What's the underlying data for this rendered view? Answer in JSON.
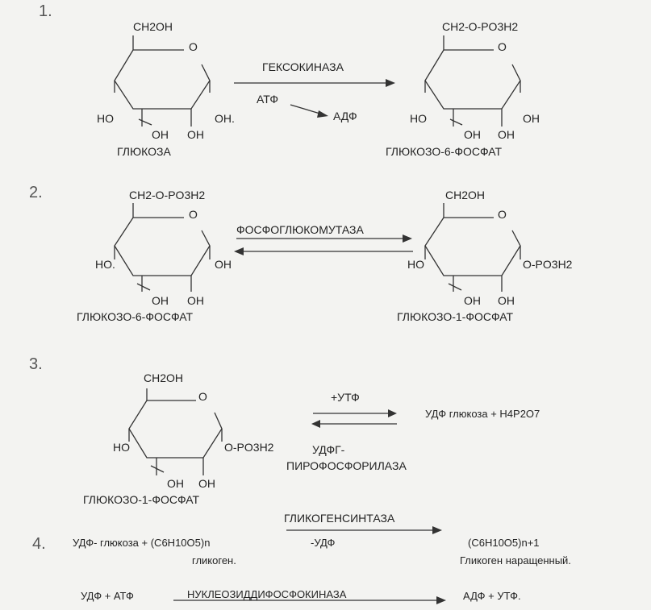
{
  "steps": {
    "s1": {
      "number": "1.",
      "left_mol": {
        "top": "CH2OH",
        "o": "O",
        "left": "HO",
        "right": "OH.",
        "bot1": "OH",
        "bot2": "OH",
        "name": "ГЛЮКОЗА"
      },
      "enzyme": "ГЕКСОКИНАЗА",
      "cof_in": "АТФ",
      "cof_out": "АДФ",
      "right_mol": {
        "top": "CH2-O-PO3H2",
        "o": "O",
        "left": "HO",
        "right": "OH",
        "bot1": "OH",
        "bot2": "OH",
        "name": "ГЛЮКОЗО-6-ФОСФАТ"
      }
    },
    "s2": {
      "number": "2.",
      "left_mol": {
        "top": "CH2-O-PO3H2",
        "o": "O",
        "left": "HO.",
        "right": "OH",
        "bot1": "OH",
        "bot2": "OH",
        "name": "ГЛЮКОЗО-6-ФОСФАТ"
      },
      "enzyme": "ФОСФОГЛЮКОМУТАЗА",
      "right_mol": {
        "top": "CH2OH",
        "o": "O",
        "left": "HO",
        "right": "O-PO3H2",
        "bot1": "OH",
        "bot2": "OH",
        "name": "ГЛЮКОЗО-1-ФОСФАТ"
      }
    },
    "s3": {
      "number": "3.",
      "mol": {
        "top": "CH2OH",
        "o": "O",
        "left": "HO",
        "right": "O-PO3H2",
        "bot1": "OH",
        "bot2": "OH",
        "name": "ГЛЮКОЗО-1-ФОСФАТ"
      },
      "reagent": "+УТФ",
      "enzyme_line1": "УДФГ-",
      "enzyme_line2": "ПИРОФОСФОРИЛАЗА",
      "products": "УДФ  глюкоза  +  H4P2O7"
    },
    "s4": {
      "number": "4.",
      "reactants": "УДФ- глюкоза   + (C6H10O5)n",
      "reactant_note": "гликоген.",
      "enzyme": "ГЛИКОГЕНСИНТАЗА",
      "byproduct": "-УДФ",
      "product": "(C6H10O5)n+1",
      "product_note": "Гликоген наращенный.",
      "eq_left": "УДФ  +  АТФ",
      "eq_enzyme": "НУКЛЕОЗИДДИФОСФОКИНАЗА",
      "eq_right": "АДФ  +  УТФ."
    }
  }
}
